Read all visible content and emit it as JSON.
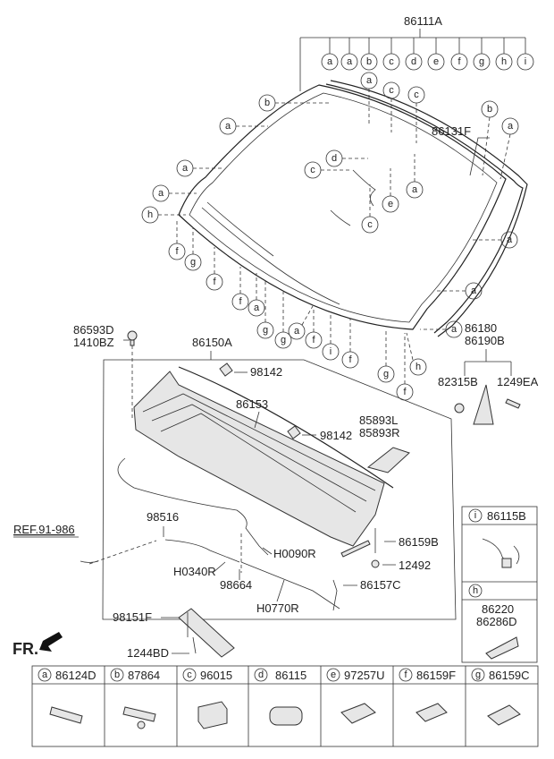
{
  "diagram": {
    "main_assembly": "86111A",
    "windshield_molding": "86131F",
    "cowl_panel_assy": "86150A",
    "weatherstrip": "86153",
    "nozzle": "98142",
    "bolt_group": [
      "86593D",
      "1410BZ"
    ],
    "cover_group": [
      "85893L",
      "85893R"
    ],
    "side_group": [
      "86180",
      "86190B"
    ],
    "side_parts": [
      "82315B",
      "1249EA"
    ],
    "hose_parts": {
      "p98516": "98516",
      "h0090r": "H0090R",
      "h0340r": "H0340R",
      "p98664": "98664",
      "h0770r": "H0770R"
    },
    "bracket_parts": {
      "p86159b": "86159B",
      "p12492": "12492",
      "p86157c": "86157C",
      "p98151f": "98151F",
      "p1244bd": "1244BD"
    },
    "reference": "REF.91-986",
    "front_marker": "FR.",
    "callout_letters": {
      "a": "a",
      "b": "b",
      "c": "c",
      "d": "d",
      "e": "e",
      "f": "f",
      "g": "g",
      "h": "h",
      "i": "i"
    },
    "top_callout_row": [
      "a",
      "a",
      "b",
      "c",
      "d",
      "e",
      "f",
      "g",
      "h",
      "i"
    ],
    "side_inset": [
      {
        "letter": "i",
        "parts": [
          "86115B"
        ]
      },
      {
        "letter": "h",
        "parts": [
          "86220",
          "86286D"
        ]
      }
    ],
    "legend": [
      {
        "letter": "a",
        "part": "86124D"
      },
      {
        "letter": "b",
        "part": "87864"
      },
      {
        "letter": "c",
        "part": "96015"
      },
      {
        "letter": "d",
        "part": "86115"
      },
      {
        "letter": "e",
        "part": "97257U"
      },
      {
        "letter": "f",
        "part": "86159F"
      },
      {
        "letter": "g",
        "part": "86159C"
      }
    ]
  }
}
